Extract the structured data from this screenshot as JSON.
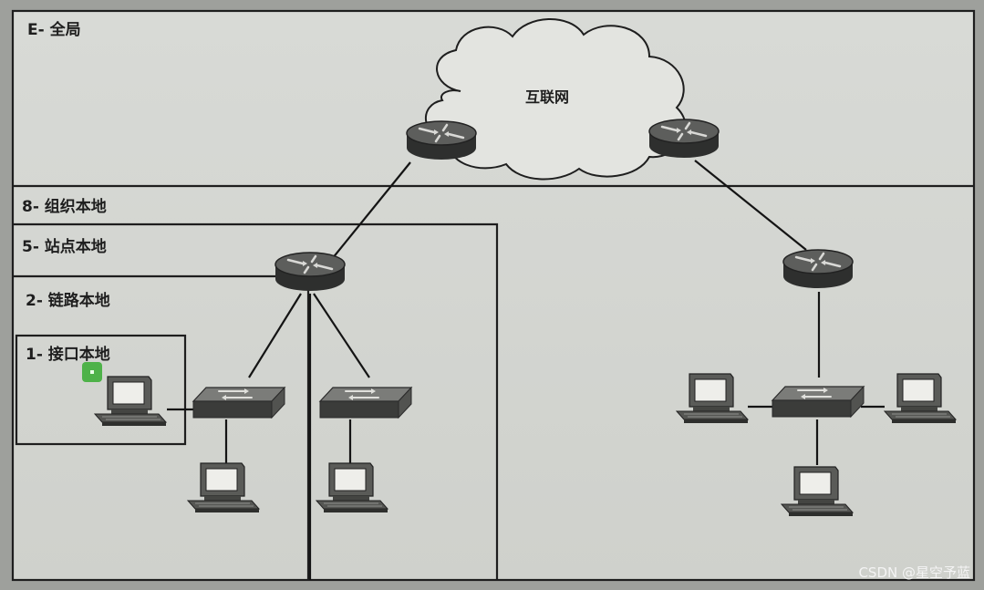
{
  "scopes": {
    "global": "E- 全局",
    "org_local": "8- 组织本地",
    "site_local": "5- 站点本地",
    "link_local": "2- 链路本地",
    "interface_local": "1- 接口本地"
  },
  "cloud": {
    "label": "互联网"
  },
  "watermark": "CSDN @星空予蓝",
  "icons": {
    "router": "router-icon",
    "switch": "switch-icon",
    "computer": "computer-icon",
    "cloud": "internet-cloud"
  }
}
